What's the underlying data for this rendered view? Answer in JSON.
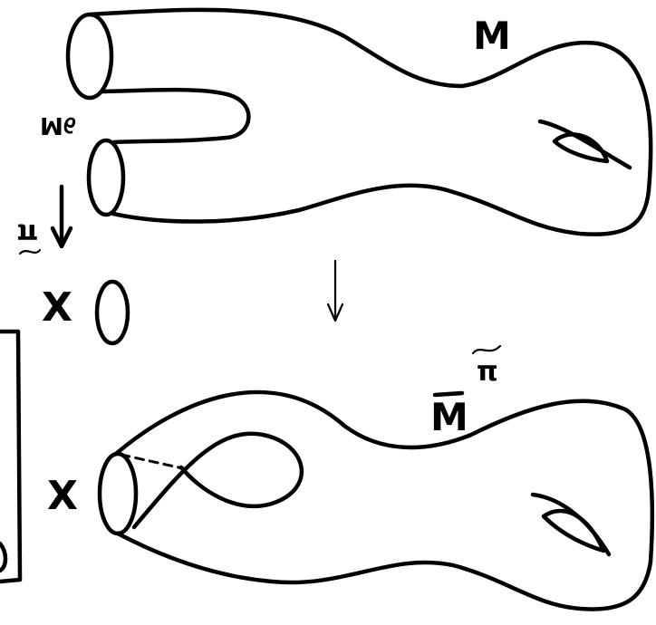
{
  "labels": {
    "manifold_M": "M",
    "boundary": "∂M",
    "quotient_M": "M",
    "covering_map": "π",
    "X_top": "X",
    "X_bottom": "X"
  },
  "colors": {
    "ink": "#000000",
    "paper": "#ffffff"
  }
}
